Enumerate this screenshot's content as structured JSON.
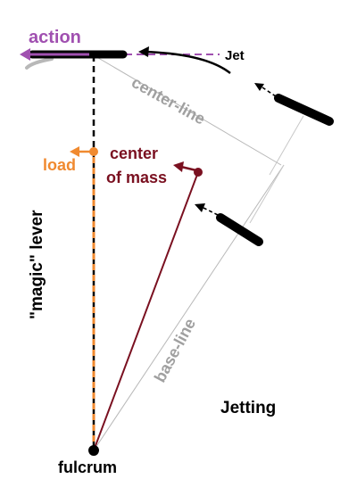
{
  "labels": {
    "action": "action",
    "jet": "Jet",
    "center_line": "center-line",
    "load": "load",
    "center_of_mass_line1": "center",
    "center_of_mass_line2": "of mass",
    "magic_lever": "\"magic\" lever",
    "base_line": "base-line",
    "jetting": "Jetting",
    "fulcrum": "fulcrum"
  },
  "colors": {
    "action": "#a050b0",
    "load": "#f08a30",
    "center_of_mass": "#7a1020",
    "line_gray": "#a0a0a0",
    "black": "#000000"
  }
}
